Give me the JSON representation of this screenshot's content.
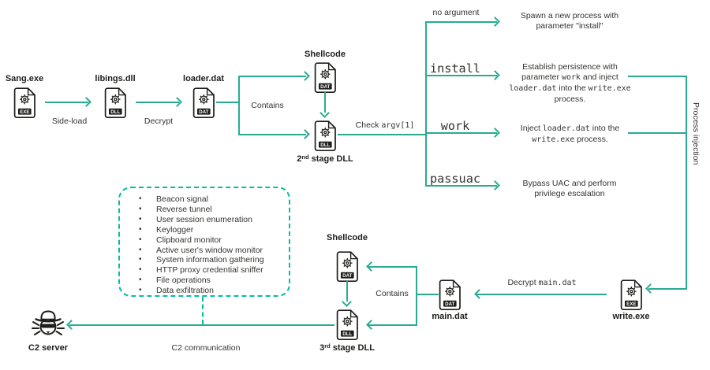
{
  "diagram": {
    "nodes": {
      "sang": {
        "label": "Sang.exe",
        "badge": "EXE"
      },
      "libings": {
        "label": "libings.dll",
        "badge": "DLL"
      },
      "loader": {
        "label": "loader.dat",
        "badge": "DAT"
      },
      "shellcode_top": {
        "label": "Shellcode",
        "badge": "DAT"
      },
      "stage2": {
        "num": "2",
        "sup": "nd",
        "rest": " stage DLL",
        "badge": "DLL"
      },
      "write": {
        "label": "write.exe",
        "badge": "EXE"
      },
      "main": {
        "label": "main.dat",
        "badge": "DAT"
      },
      "shellcode_bottom": {
        "label": "Shellcode",
        "badge": "DAT"
      },
      "stage3": {
        "num": "3",
        "sup": "rd",
        "rest": " stage DLL",
        "badge": "DLL"
      },
      "c2": {
        "label": "C2 server"
      }
    },
    "edge_labels": {
      "side_load": "Side-load",
      "decrypt": "Decrypt",
      "contains_top": "Contains",
      "check_argv": [
        {
          "text": "Check "
        },
        {
          "text": "argv[1]",
          "mono": true
        }
      ],
      "process_injection": "Process injection",
      "decrypt_main": [
        {
          "text": "Decrypt "
        },
        {
          "text": "main.dat",
          "mono": true
        }
      ],
      "contains_bottom": "Contains",
      "c2_communication": "C2 communication"
    },
    "branches": [
      {
        "arg": "no argument",
        "desc": [
          {
            "text": "Spawn a new process with parameter \"install\""
          }
        ]
      },
      {
        "arg": "install",
        "desc": [
          {
            "text": "Establish persistence with parameter "
          },
          {
            "text": "work",
            "mono": true
          },
          {
            "text": " and inject "
          },
          {
            "text": "loader.dat",
            "mono": true
          },
          {
            "text": " into the "
          },
          {
            "text": "write.exe",
            "mono": true
          },
          {
            "text": " process."
          }
        ]
      },
      {
        "arg": "work",
        "desc": [
          {
            "text": "Inject "
          },
          {
            "text": "loader.dat",
            "mono": true
          },
          {
            "text": " into the "
          },
          {
            "text": "write.exe",
            "mono": true
          },
          {
            "text": " process."
          }
        ]
      },
      {
        "arg": "passuac",
        "desc": [
          {
            "text": "Bypass UAC and perform privilege escalation"
          }
        ]
      }
    ],
    "capabilities": [
      "Beacon signal",
      "Reverse tunnel",
      "User session enumeration",
      "Keylogger",
      "Clipboard monitor",
      "Active user's window monitor",
      "System information gathering",
      "HTTP proxy credential sniffer",
      "File operations",
      "Data exfiltration"
    ],
    "colors": {
      "line_teal": "#29AB92",
      "dashed_teal": "#00BFA2",
      "ink": "#1D1D1B"
    }
  }
}
